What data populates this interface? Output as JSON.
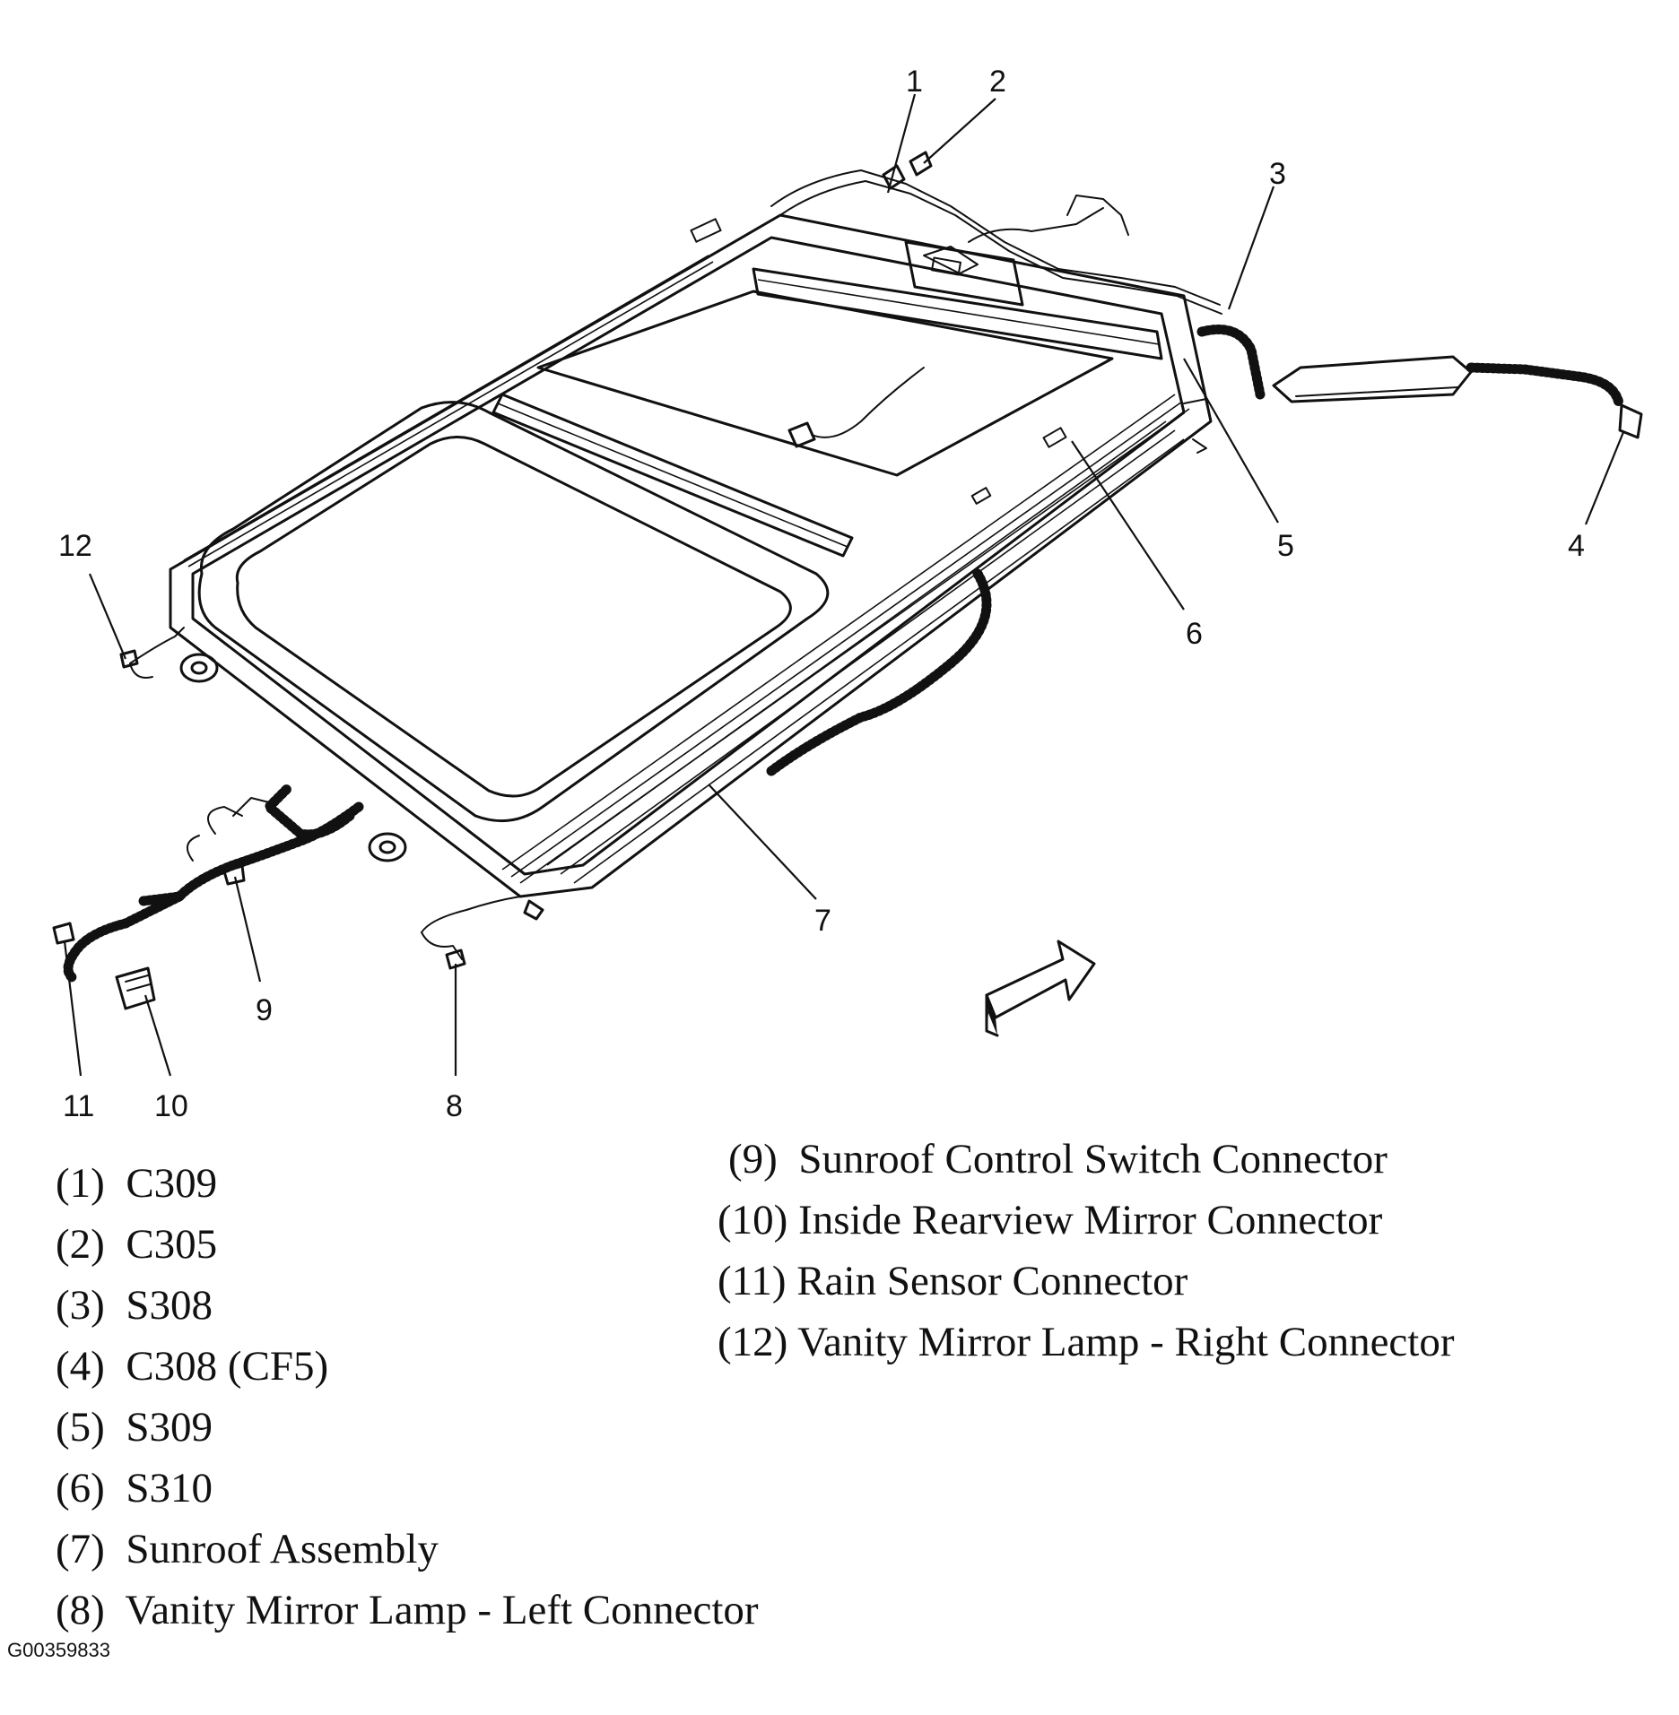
{
  "figure_id": "G00359833",
  "callouts": [
    "1",
    "2",
    "3",
    "4",
    "5",
    "6",
    "7",
    "8",
    "9",
    "10",
    "11",
    "12"
  ],
  "legend": [
    {
      "num": "(1)",
      "text": "C309"
    },
    {
      "num": "(2)",
      "text": "C305"
    },
    {
      "num": "(3)",
      "text": "S308"
    },
    {
      "num": "(4)",
      "text": "C308 (CF5)"
    },
    {
      "num": "(5)",
      "text": "S309"
    },
    {
      "num": "(6)",
      "text": "S310"
    },
    {
      "num": "(7)",
      "text": "Sunroof Assembly"
    },
    {
      "num": "(8)",
      "text": "Vanity Mirror Lamp - Left Connector"
    },
    {
      "num": "(9)",
      "text": "Sunroof Control Switch Connector"
    },
    {
      "num": "(10)",
      "text": "Inside Rearview Mirror Connector"
    },
    {
      "num": "(11)",
      "text": "Rain Sensor Connector"
    },
    {
      "num": "(12)",
      "text": "Vanity Mirror Lamp - Right Connector"
    }
  ]
}
